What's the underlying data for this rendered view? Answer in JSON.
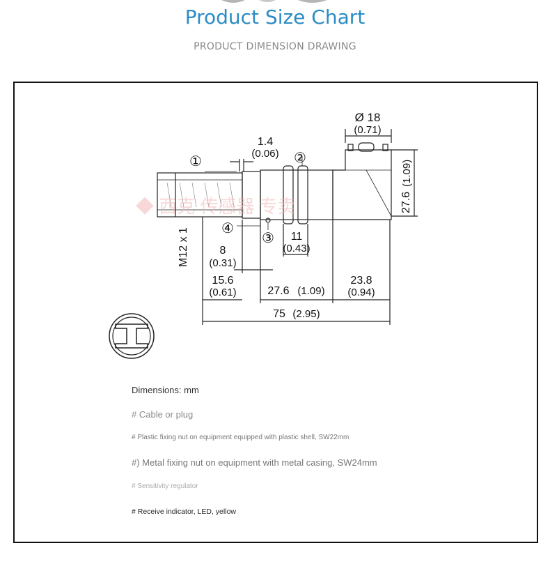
{
  "header": {
    "title": "Product Size Chart",
    "subtitle": "PRODUCT DIMENSION DRAWING"
  },
  "drawing": {
    "callouts": [
      "①",
      "②",
      "③",
      "④"
    ],
    "dims": {
      "dia_mm": "Ø 18",
      "dia_in": "(0.71)",
      "gap_mm": "1.4",
      "gap_in": "(0.06)",
      "height_mm": "27.6",
      "height_in": "(1.09)",
      "thread": "M12 x 1",
      "d8_mm": "8",
      "d8_in": "(0.31)",
      "d11_mm": "11",
      "d11_in": "(0.43)",
      "d156_mm": "15.6",
      "d156_in": "(0.61)",
      "d276_mm": "27.6",
      "d276_in": "(1.09)",
      "d238_mm": "23.8",
      "d238_in": "(0.94)",
      "d75_mm": "75",
      "d75_in": "(2.95)"
    }
  },
  "notes": {
    "dimensions": "Dimensions: mm",
    "cable": "# Cable or plug",
    "plastic_nut": "# Plastic fixing nut on equipment equipped with plastic shell, SW22mm",
    "metal_nut": "#) Metal fixing nut on equipment with metal casing, SW24mm",
    "sensitivity": "# Sensitivity regulator",
    "led": "# Receive indicator, LED, yellow"
  },
  "colors": {
    "title": "#2b8cc4",
    "subtitle": "#8a8a8a",
    "line": "#222222"
  }
}
